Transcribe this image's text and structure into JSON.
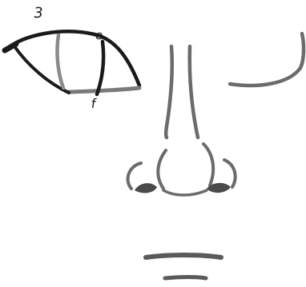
{
  "labels": {
    "top": "3",
    "upper_right": "e",
    "lower": "f"
  },
  "colors": {
    "ink": "#1a1a1a",
    "gray_ink": "#6b6b6b",
    "background": "#ffffff"
  }
}
